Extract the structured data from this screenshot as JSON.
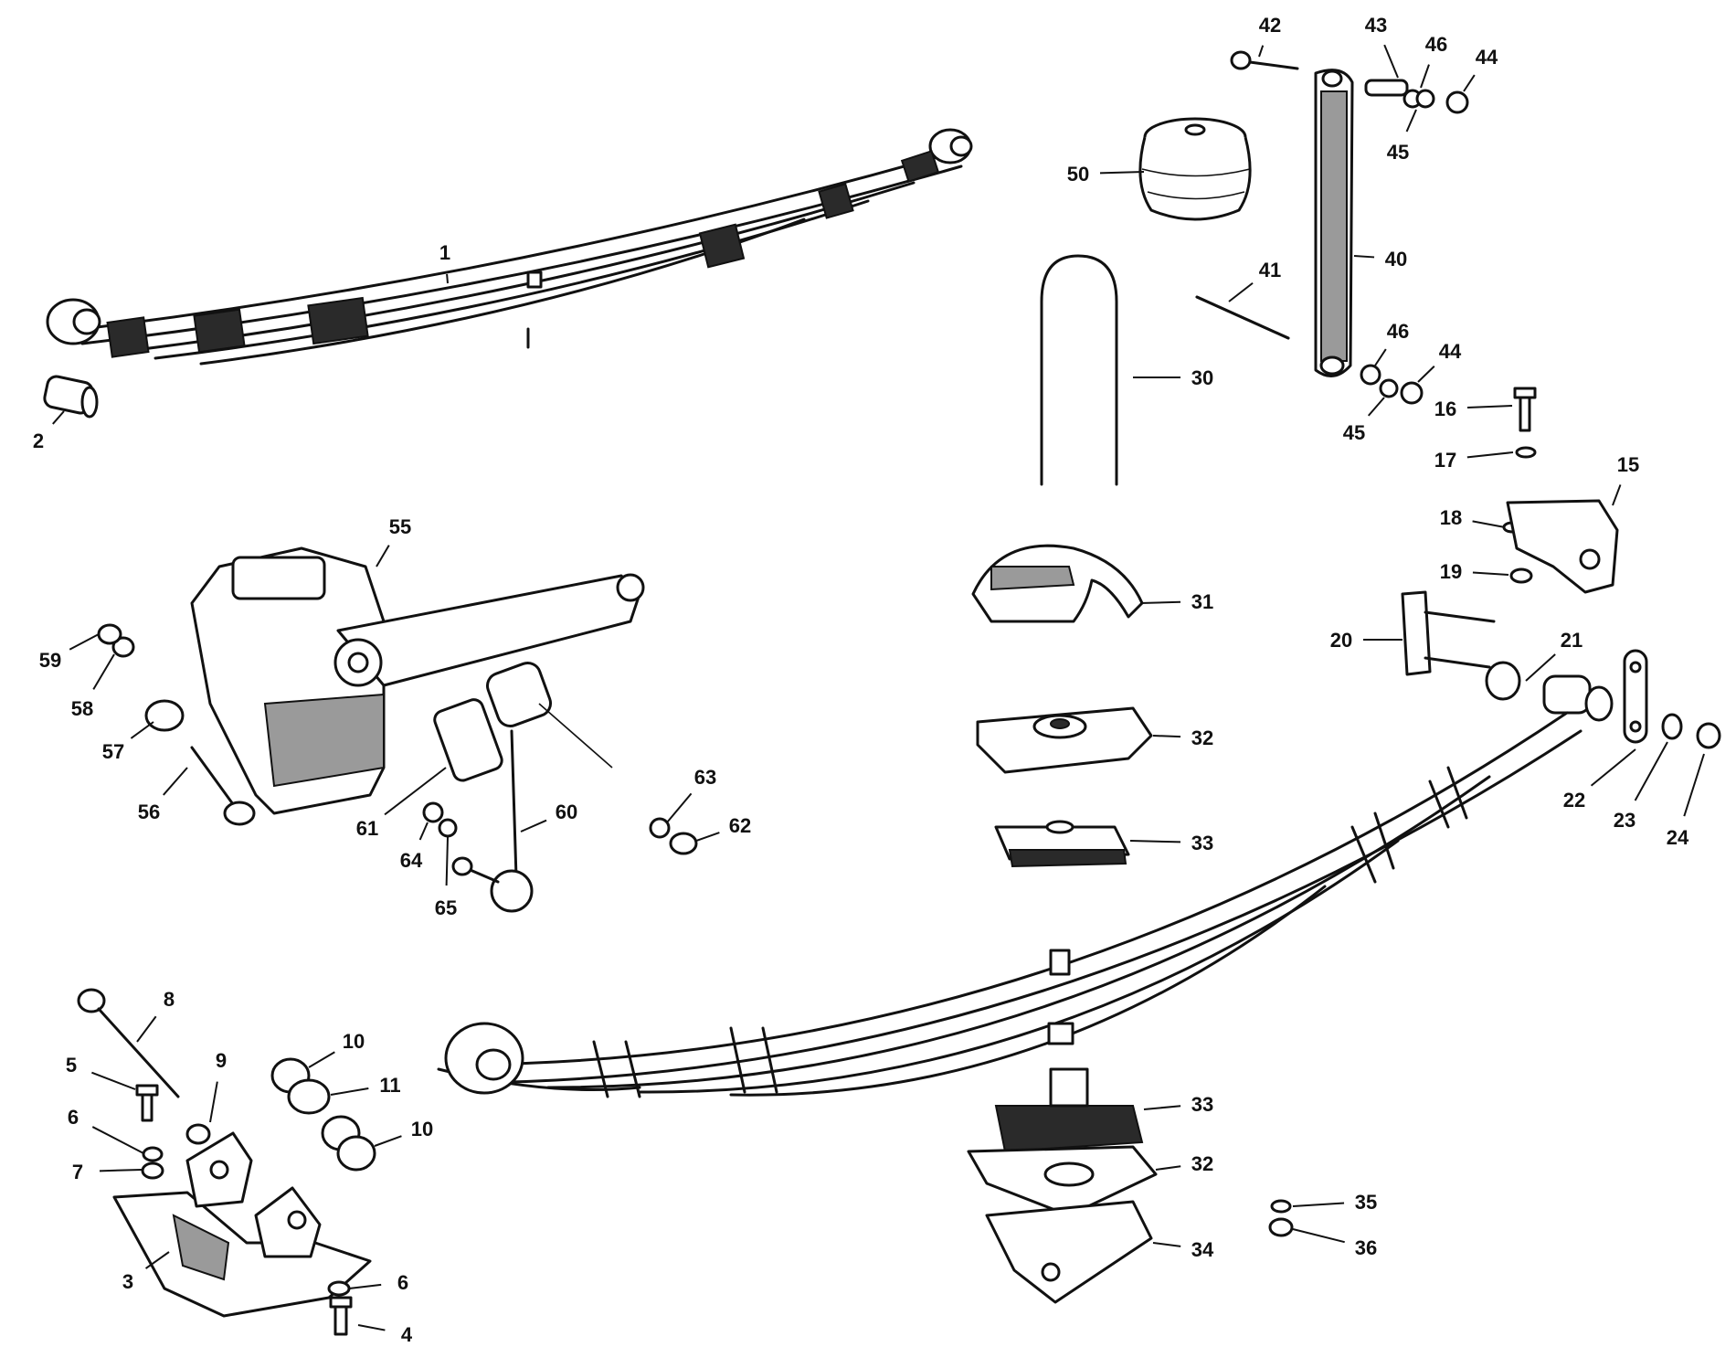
{
  "diagram": {
    "labels": [
      "1",
      "2",
      "3",
      "4",
      "5",
      "6",
      "7",
      "8",
      "9",
      "10",
      "11",
      "15",
      "16",
      "17",
      "18",
      "19",
      "20",
      "21",
      "22",
      "23",
      "24",
      "30",
      "31",
      "32",
      "33",
      "34",
      "35",
      "36",
      "40",
      "41",
      "42",
      "43",
      "44",
      "45",
      "46",
      "50",
      "55",
      "56",
      "57",
      "58",
      "59",
      "60",
      "61",
      "62",
      "63",
      "64",
      "65"
    ]
  },
  "callouts": [
    {
      "id": "c1",
      "text": "1"
    },
    {
      "id": "c2",
      "text": "2"
    },
    {
      "id": "c3",
      "text": "3"
    },
    {
      "id": "c4",
      "text": "4"
    },
    {
      "id": "c5",
      "text": "5"
    },
    {
      "id": "c6a",
      "text": "6"
    },
    {
      "id": "c6b",
      "text": "6"
    },
    {
      "id": "c7",
      "text": "7"
    },
    {
      "id": "c8",
      "text": "8"
    },
    {
      "id": "c9",
      "text": "9"
    },
    {
      "id": "c10a",
      "text": "10"
    },
    {
      "id": "c10b",
      "text": "10"
    },
    {
      "id": "c11",
      "text": "11"
    },
    {
      "id": "c15",
      "text": "15"
    },
    {
      "id": "c16",
      "text": "16"
    },
    {
      "id": "c17",
      "text": "17"
    },
    {
      "id": "c18",
      "text": "18"
    },
    {
      "id": "c19",
      "text": "19"
    },
    {
      "id": "c20",
      "text": "20"
    },
    {
      "id": "c21",
      "text": "21"
    },
    {
      "id": "c22",
      "text": "22"
    },
    {
      "id": "c23",
      "text": "23"
    },
    {
      "id": "c24",
      "text": "24"
    },
    {
      "id": "c30",
      "text": "30"
    },
    {
      "id": "c31",
      "text": "31"
    },
    {
      "id": "c32a",
      "text": "32"
    },
    {
      "id": "c32b",
      "text": "32"
    },
    {
      "id": "c33a",
      "text": "33"
    },
    {
      "id": "c33b",
      "text": "33"
    },
    {
      "id": "c34",
      "text": "34"
    },
    {
      "id": "c35",
      "text": "35"
    },
    {
      "id": "c36",
      "text": "36"
    },
    {
      "id": "c40",
      "text": "40"
    },
    {
      "id": "c41",
      "text": "41"
    },
    {
      "id": "c42",
      "text": "42"
    },
    {
      "id": "c43",
      "text": "43"
    },
    {
      "id": "c44a",
      "text": "44"
    },
    {
      "id": "c44b",
      "text": "44"
    },
    {
      "id": "c45a",
      "text": "45"
    },
    {
      "id": "c45b",
      "text": "45"
    },
    {
      "id": "c46a",
      "text": "46"
    },
    {
      "id": "c46b",
      "text": "46"
    },
    {
      "id": "c50",
      "text": "50"
    },
    {
      "id": "c55",
      "text": "55"
    },
    {
      "id": "c56",
      "text": "56"
    },
    {
      "id": "c57",
      "text": "57"
    },
    {
      "id": "c58",
      "text": "58"
    },
    {
      "id": "c59",
      "text": "59"
    },
    {
      "id": "c60",
      "text": "60"
    },
    {
      "id": "c61",
      "text": "61"
    },
    {
      "id": "c62",
      "text": "62"
    },
    {
      "id": "c63",
      "text": "63"
    },
    {
      "id": "c64",
      "text": "64"
    },
    {
      "id": "c65",
      "text": "65"
    }
  ],
  "colors": {
    "ink": "#111111",
    "paper": "#ffffff",
    "hatch": "#9a9a9a"
  }
}
